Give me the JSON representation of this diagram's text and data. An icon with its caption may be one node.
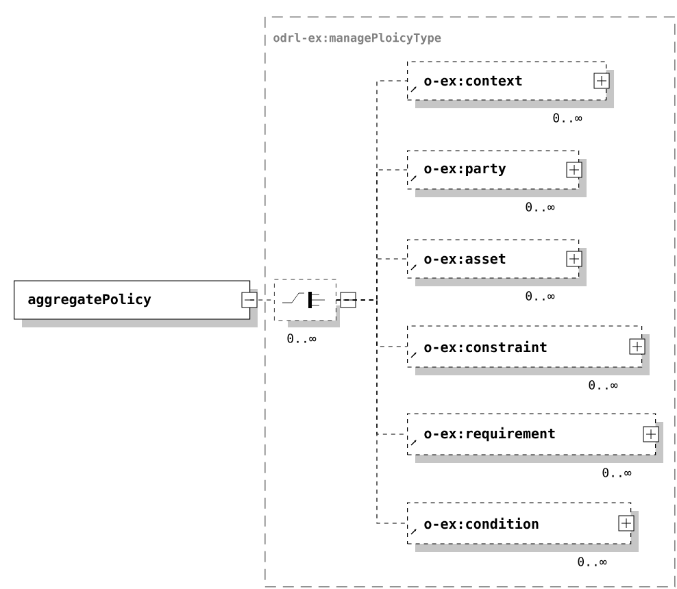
{
  "diagram": {
    "nodes": [
      {
        "text": [
          "odrl-ex:managePloicyType"
        ]
      },
      {
        "text": [
          "aggregatePolicy"
        ]
      },
      {
        "text": [],
        "shape": "octagon",
        "in": 0,
        "beside": [
          "0..∞"
        ]
      },
      {
        "text": [
          "o-ex:context"
        ],
        "in": 0,
        "beside": [
          "0..∞"
        ]
      },
      {
        "text": [
          "o-ex:party"
        ],
        "in": 0,
        "beside": [
          "0..∞"
        ]
      },
      {
        "text": [
          "o-ex:asset"
        ],
        "in": 0,
        "beside": [
          "0..∞"
        ]
      },
      {
        "text": [
          "o-ex:constraint"
        ],
        "in": 0,
        "beside": [
          "0..∞"
        ]
      },
      {
        "text": [
          "o-ex:requirement"
        ],
        "in": 0,
        "beside": [
          "0..∞"
        ]
      },
      {
        "text": [
          "o-ex:condition"
        ],
        "in": 0,
        "beside": [
          "0..∞"
        ]
      }
    ],
    "edges": [
      {
        "from": 1,
        "to": 2,
        "arrow": "none"
      },
      {
        "from": 2,
        "to": 3,
        "arrow": "none"
      },
      {
        "from": 2,
        "to": 4,
        "arrow": "none"
      },
      {
        "from": 2,
        "to": 5,
        "arrow": "none"
      },
      {
        "from": 2,
        "to": 6,
        "arrow": "none"
      },
      {
        "from": 2,
        "to": 7,
        "arrow": "none"
      },
      {
        "from": 2,
        "to": 8,
        "arrow": "none"
      }
    ]
  }
}
